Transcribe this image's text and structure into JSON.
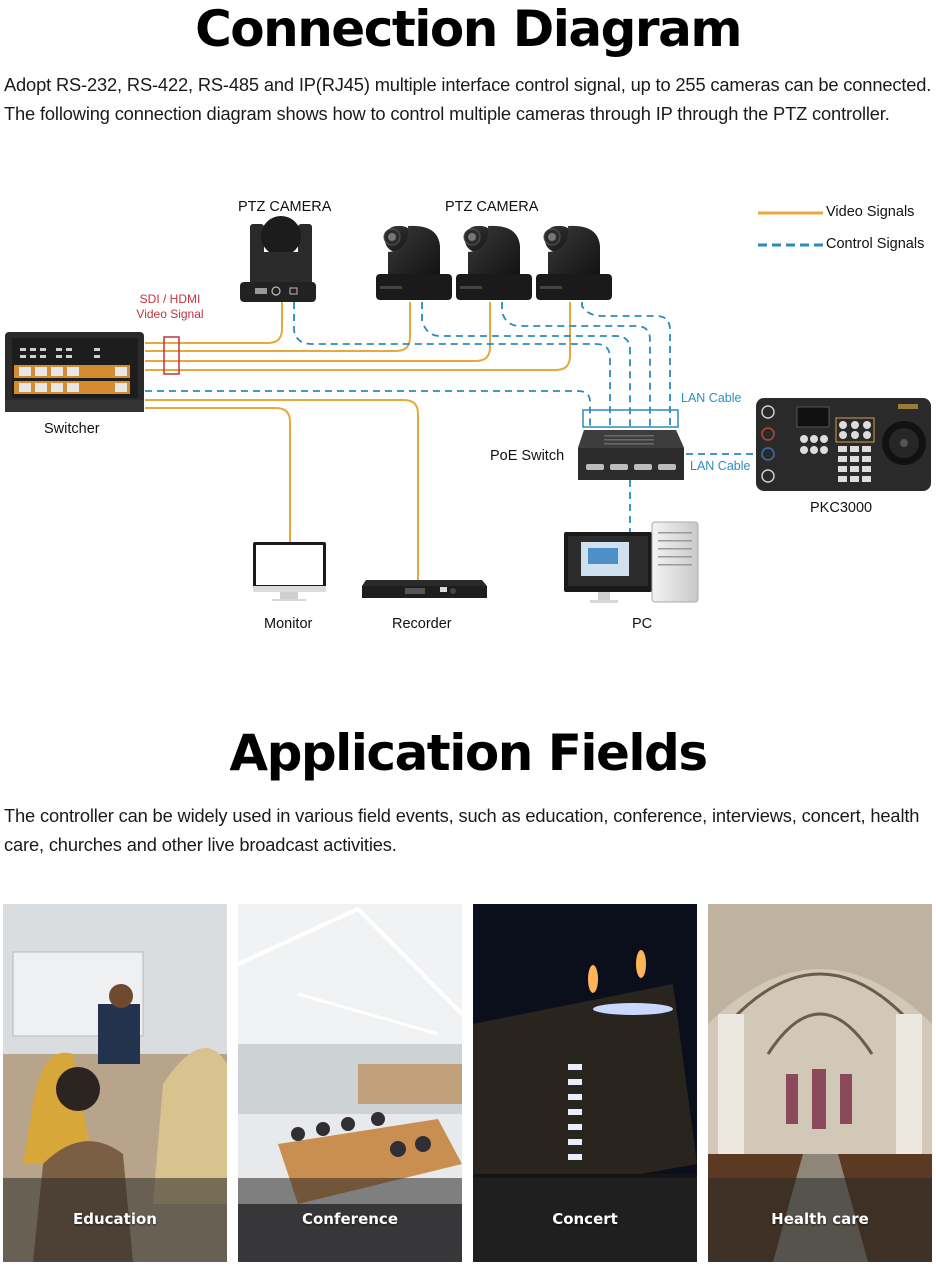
{
  "section1": {
    "title": "Connection Diagram",
    "description": "Adopt RS-232, RS-422, RS-485 and IP(RJ45) multiple interface control signal, up to 255 cameras can be connected. The following connection diagram shows how to control multiple cameras through IP through the PTZ controller."
  },
  "diagram": {
    "legend": [
      {
        "label": "Video Signals",
        "style": "solid",
        "color": "#e8a93c"
      },
      {
        "label": "Control Signals",
        "style": "dashed",
        "color": "#2a8bbd"
      }
    ],
    "colors": {
      "video": "#e8a93c",
      "control": "#2a8bbd",
      "highlight": "#c0333f"
    },
    "nodes": {
      "ptz_camera_single": "PTZ CAMERA",
      "ptz_camera_group": "PTZ CAMERA",
      "switcher": "Switcher",
      "poe_switch": "PoE Switch",
      "controller": "PKC3000",
      "monitor": "Monitor",
      "recorder": "Recorder",
      "pc": "PC"
    },
    "annotations": {
      "video_signal_line1": "SDI / HDMI",
      "video_signal_line2": "Video Signal",
      "lan_cable_top": "LAN Cable",
      "lan_cable_side": "LAN Cable"
    }
  },
  "section2": {
    "title": "Application Fields",
    "description": "The controller can be widely used in various field events, such as education, conference, interviews, concert, health care, churches and other live broadcast activities."
  },
  "applications": [
    {
      "label": "Education"
    },
    {
      "label": "Conference"
    },
    {
      "label": "Concert"
    },
    {
      "label": "Health care"
    }
  ]
}
